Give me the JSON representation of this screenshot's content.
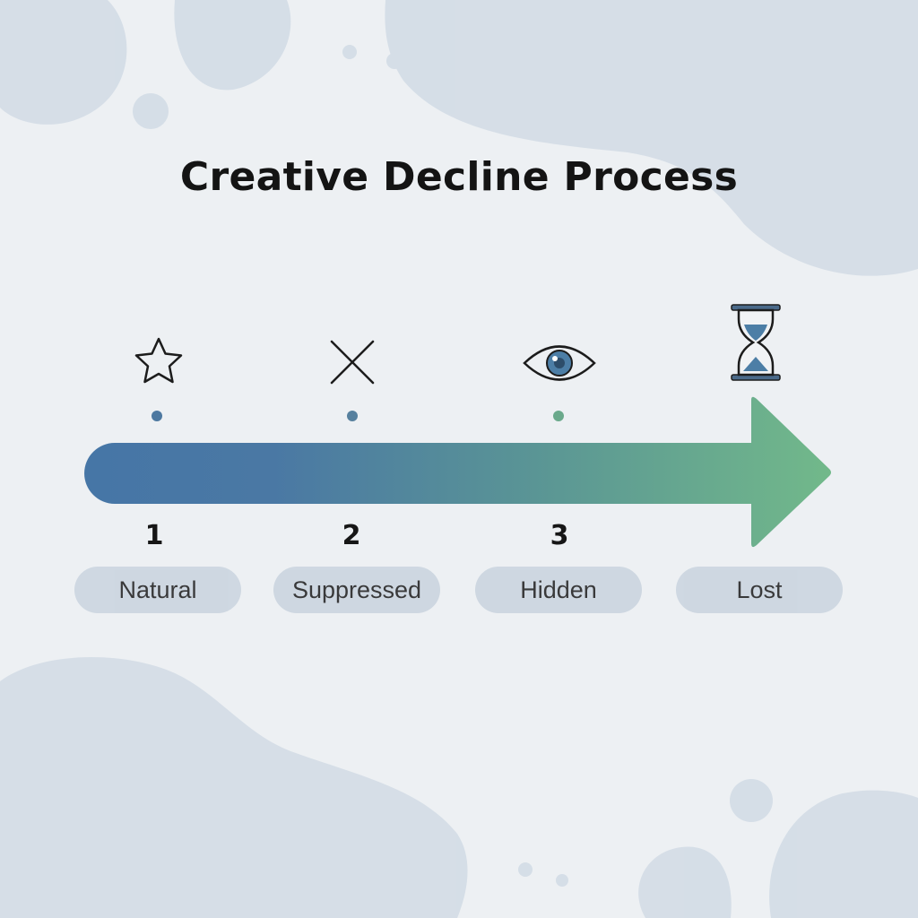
{
  "title": "Creative Decline Process",
  "stages": [
    {
      "number": "1",
      "label": "Natural",
      "icon": "star-icon"
    },
    {
      "number": "2",
      "label": "Suppressed",
      "icon": "x-icon"
    },
    {
      "number": "3",
      "label": "Hidden",
      "icon": "eye-icon"
    },
    {
      "number": "",
      "label": "Lost",
      "icon": "hourglass-icon"
    }
  ],
  "colors": {
    "arrow_start": "#4676a6",
    "arrow_end": "#6fb388",
    "pill": "#c9d3de",
    "background": "#edf0f3"
  }
}
